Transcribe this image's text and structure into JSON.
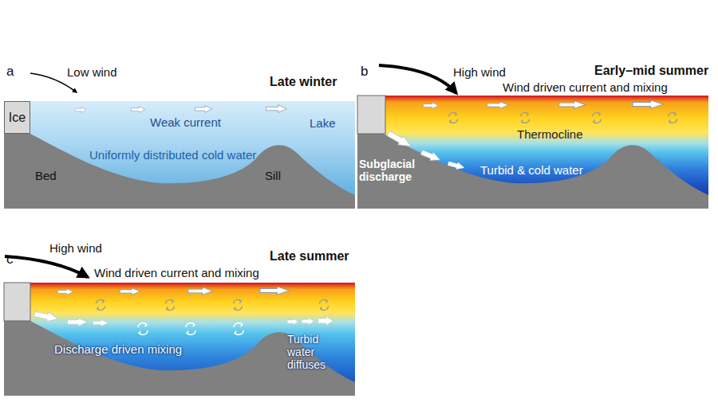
{
  "diagram": {
    "nodes": [
      {
        "text": [
          "Ice"
        ]
      }
    ],
    "labels": [
      "a",
      "Low wind",
      "Late winter",
      "Weak current",
      "Uniformly distributed cold water",
      "Lake",
      "Sill",
      "Bed",
      "b",
      "High wind",
      "Early–mid summer",
      "Wind driven current and mixing",
      "Thermocline",
      "Subglacial discharge",
      "Turbid & cold water",
      "c",
      "High wind",
      "Late summer",
      "Wind driven current and mixing",
      "Discharge driven mixing",
      "Turbid water diffuses"
    ]
  }
}
